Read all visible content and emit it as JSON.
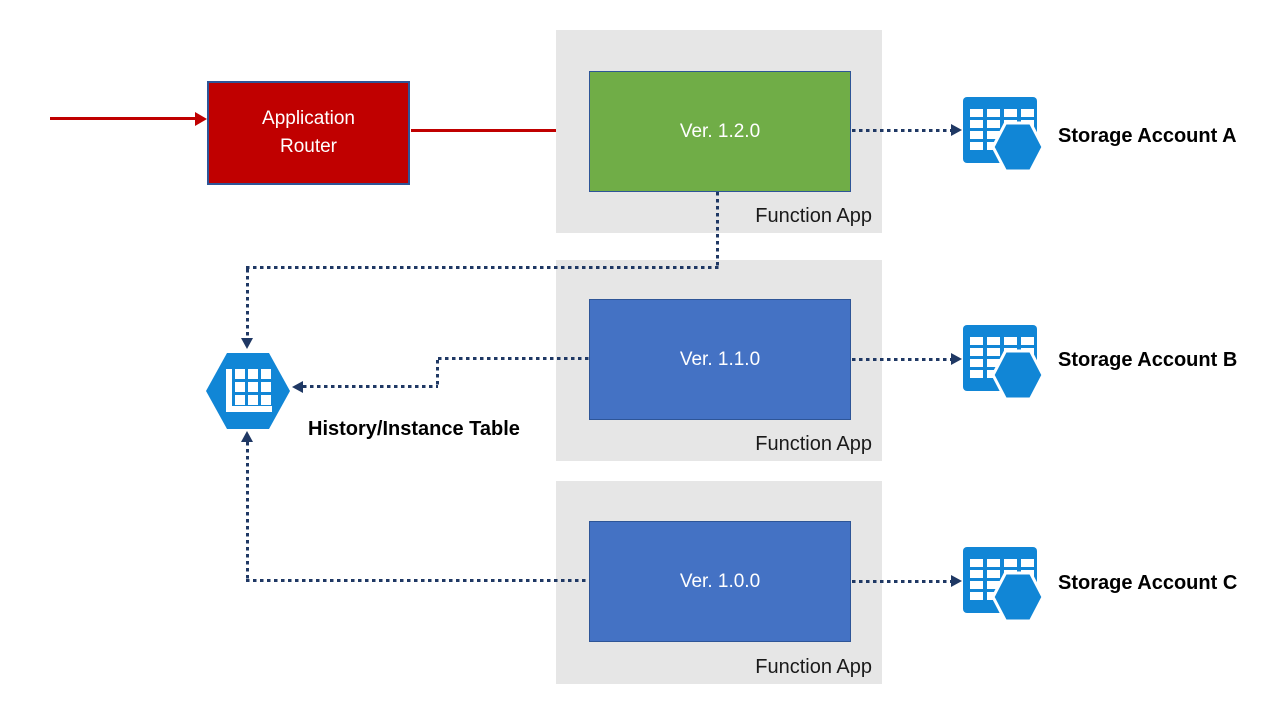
{
  "router": {
    "label": "Application Router"
  },
  "function_apps": [
    {
      "version": "Ver. 1.2.0",
      "label": "Function App"
    },
    {
      "version": "Ver. 1.1.0",
      "label": "Function App"
    },
    {
      "version": "Ver. 1.0.0",
      "label": "Function App"
    }
  ],
  "storage_accounts": [
    {
      "label": "Storage Account A"
    },
    {
      "label": "Storage Account B"
    },
    {
      "label": "Storage Account C"
    }
  ],
  "history_table": {
    "label": "History/Instance Table"
  },
  "icons": {
    "storage_account": "table-storage-icon",
    "history_table": "table-hexagon-icon"
  },
  "colors": {
    "router_fill": "#C00000",
    "version_green": "#70AD47",
    "version_blue": "#4472C4",
    "box_border": "#2E5597",
    "container_gray": "#E6E6E6",
    "red_arrow": "#C00000",
    "dotted_line": "#1F3864",
    "icon_blue": "#1186D6",
    "label_text": "#1A1A1A"
  }
}
